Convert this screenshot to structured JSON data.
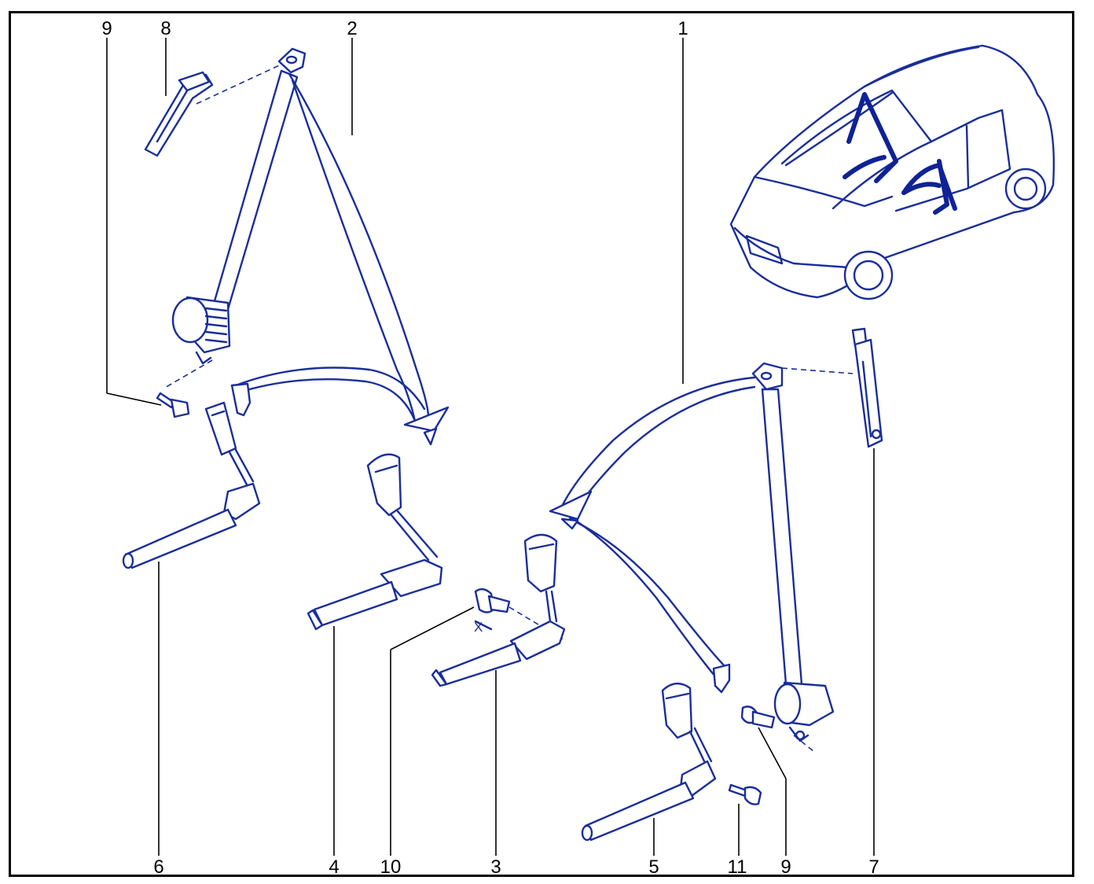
{
  "diagram": {
    "labels": {
      "l1": "1",
      "l2": "2",
      "l3": "3",
      "l4": "4",
      "l5": "5",
      "l6": "6",
      "l7": "7",
      "l8": "8",
      "l9a": "9",
      "l9b": "9",
      "l10": "10",
      "l11": "11"
    },
    "dimension_mark": "X"
  },
  "colors": {
    "line_art": "#1a2e9a",
    "leader": "#000000",
    "frame": "#000000"
  }
}
